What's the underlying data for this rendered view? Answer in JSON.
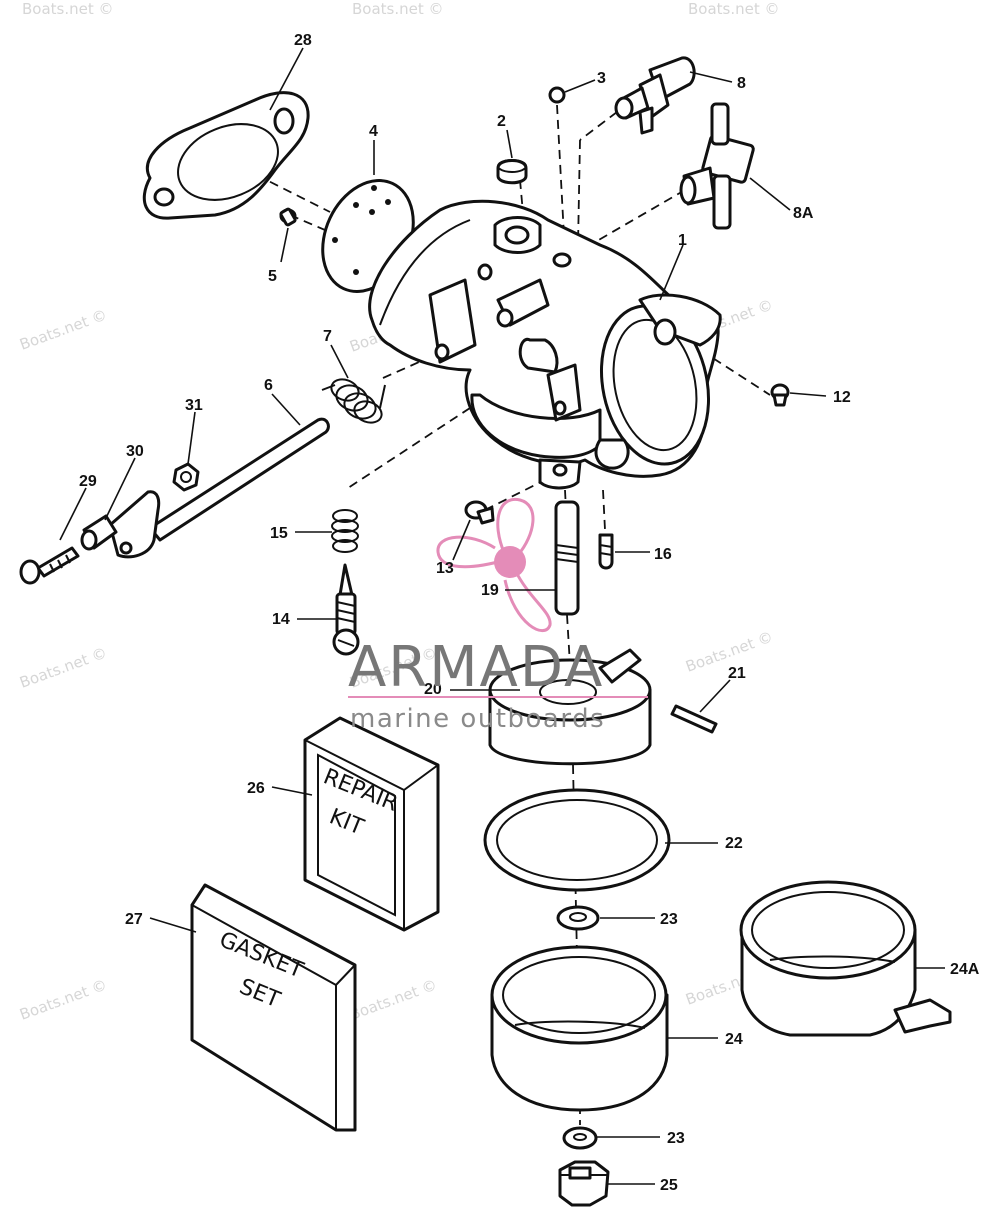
{
  "watermark": {
    "text": "Boats.net ©"
  },
  "brand": {
    "name": "ARMADA",
    "tagline": "marine outboards",
    "accent_color": "#e48cb8"
  },
  "kit_labels": {
    "repair_kit": [
      "REPAIR",
      "KIT"
    ],
    "gasket_set": [
      "GASKET",
      "SET"
    ]
  },
  "callouts": [
    {
      "id": "28",
      "label": "28"
    },
    {
      "id": "4",
      "label": "4"
    },
    {
      "id": "5",
      "label": "5"
    },
    {
      "id": "2",
      "label": "2"
    },
    {
      "id": "3",
      "label": "3"
    },
    {
      "id": "8",
      "label": "8"
    },
    {
      "id": "8A",
      "label": "8A"
    },
    {
      "id": "1",
      "label": "1"
    },
    {
      "id": "7",
      "label": "7"
    },
    {
      "id": "6",
      "label": "6"
    },
    {
      "id": "31",
      "label": "31"
    },
    {
      "id": "30",
      "label": "30"
    },
    {
      "id": "29",
      "label": "29"
    },
    {
      "id": "12",
      "label": "12"
    },
    {
      "id": "15",
      "label": "15"
    },
    {
      "id": "14",
      "label": "14"
    },
    {
      "id": "13",
      "label": "13"
    },
    {
      "id": "19",
      "label": "19"
    },
    {
      "id": "16",
      "label": "16"
    },
    {
      "id": "20",
      "label": "20"
    },
    {
      "id": "21",
      "label": "21"
    },
    {
      "id": "26",
      "label": "26"
    },
    {
      "id": "22",
      "label": "22"
    },
    {
      "id": "27",
      "label": "27"
    },
    {
      "id": "23a",
      "label": "23"
    },
    {
      "id": "24A",
      "label": "24A"
    },
    {
      "id": "24",
      "label": "24"
    },
    {
      "id": "23b",
      "label": "23"
    },
    {
      "id": "25",
      "label": "25"
    }
  ]
}
